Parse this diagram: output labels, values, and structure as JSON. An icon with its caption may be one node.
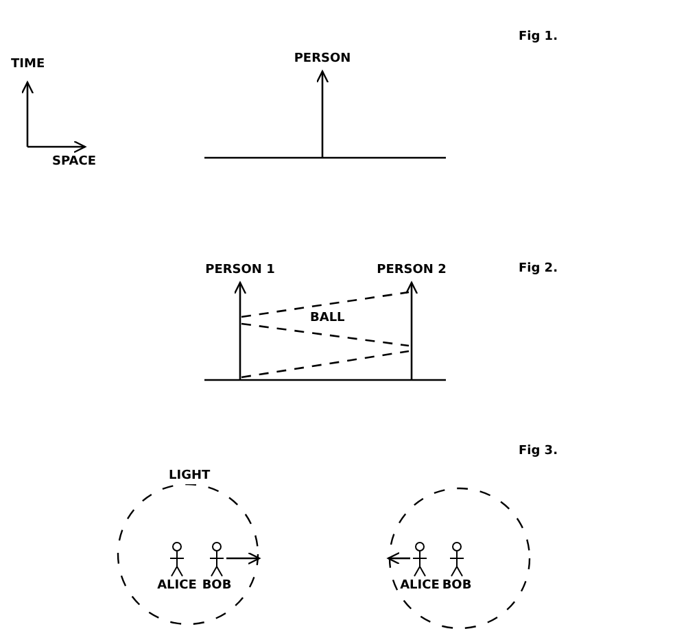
{
  "diagram": {
    "nodes": [
      {
        "text": [
          "PERSON"
        ]
      },
      {
        "text": [
          "PERSON 1"
        ]
      },
      {
        "text": [
          "PERSON 2"
        ]
      },
      {
        "text": [
          "LIGHT"
        ]
      },
      {
        "text": [
          "ALICE"
        ],
        "in": 3
      },
      {
        "text": [
          "BOB"
        ],
        "in": 3
      },
      {
        "text": [],
        "shape": "circle"
      },
      {
        "text": [
          "ALICE"
        ],
        "in": 6
      },
      {
        "text": [
          "BOB"
        ],
        "in": 6
      }
    ],
    "edges": [
      {
        "from": null,
        "to": 0,
        "arrow": "to"
      },
      {
        "from": null,
        "to": 1,
        "arrow": "to"
      },
      {
        "from": null,
        "to": 2,
        "arrow": "to"
      },
      {
        "from": 5,
        "to": 3,
        "arrow": "to"
      },
      {
        "from": 7,
        "to": 6,
        "arrow": "to"
      }
    ],
    "labels": [
      "Fig 1.",
      "TIME",
      "SPACE",
      "Fig 2.",
      "BALL",
      "Fig 3."
    ]
  }
}
